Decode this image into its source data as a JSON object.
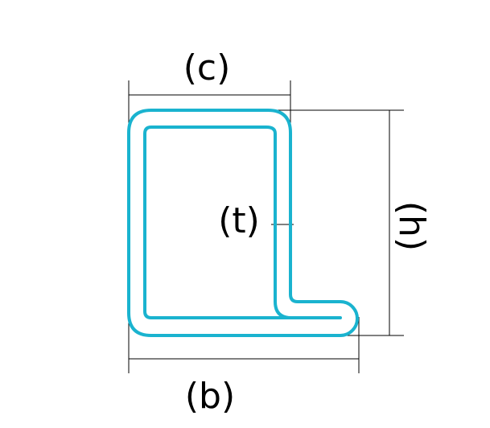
{
  "labels": {
    "c": "(c)",
    "b": "(b)",
    "h": "(h)",
    "t": "(t)"
  },
  "colors": {
    "profile": "#1ab3cf",
    "dimension": "#000000",
    "background": "#ffffff"
  }
}
